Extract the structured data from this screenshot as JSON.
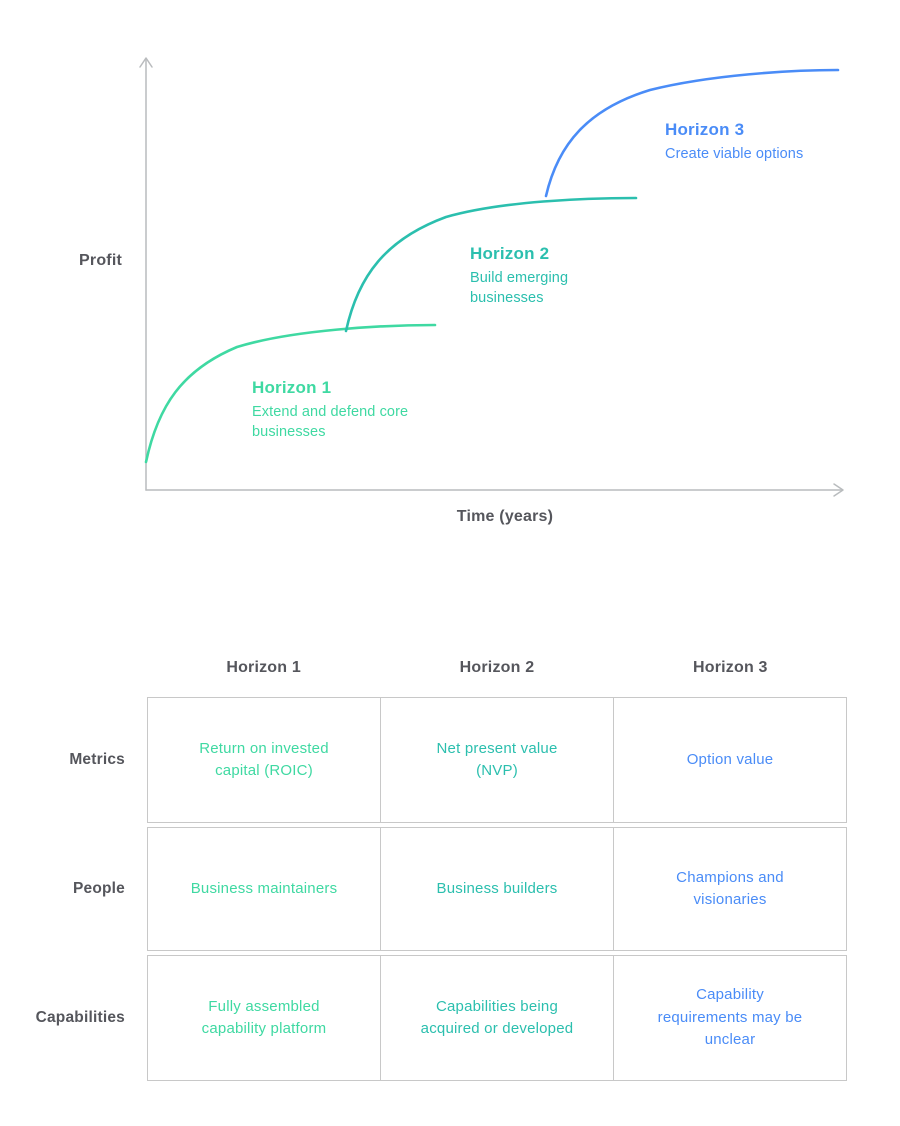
{
  "chart": {
    "ylabel": "Profit",
    "xlabel": "Time (years)",
    "horizons": [
      {
        "name": "Horizon 1",
        "subtitle": "Extend and defend core businesses",
        "color": "#3fd9a2"
      },
      {
        "name": "Horizon 2",
        "subtitle": "Build emerging businesses",
        "color": "#2bbfae"
      },
      {
        "name": "Horizon 3",
        "subtitle": "Create viable options",
        "color": "#4a8cf7"
      }
    ],
    "axis_color": "#b9bcbe"
  },
  "table": {
    "columns": [
      "Horizon 1",
      "Horizon 2",
      "Horizon 3"
    ],
    "rows": [
      {
        "label": "Metrics",
        "cells": [
          "Return on invested capital (ROIC)",
          "Net present value (NVP)",
          "Option value"
        ]
      },
      {
        "label": "People",
        "cells": [
          "Business maintainers",
          "Business builders",
          "Champions and visionaries"
        ]
      },
      {
        "label": "Capabilities",
        "cells": [
          "Fully assembled capability platform",
          "Capabilities being acquired or developed",
          "Capability requirements may be unclear"
        ]
      }
    ]
  }
}
